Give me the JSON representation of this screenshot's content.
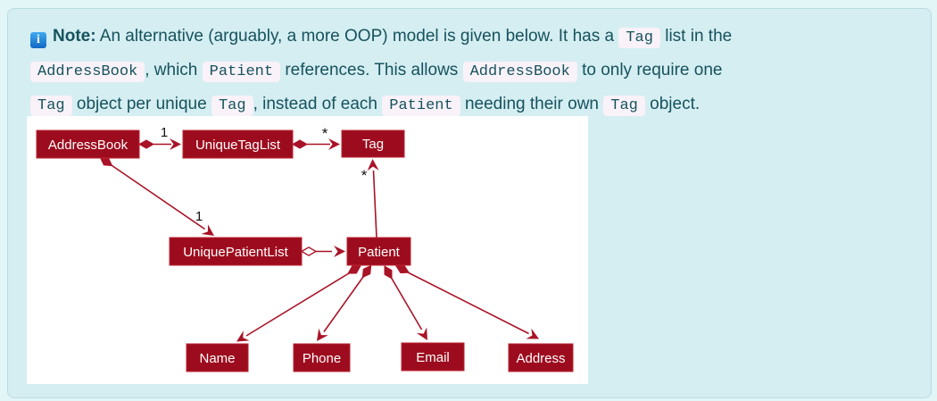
{
  "note": {
    "icon_glyph": "i",
    "segments": [
      {
        "type": "bold",
        "text": "Note:"
      },
      {
        "type": "text",
        "text": " An alternative (arguably, a more OOP) model is given below. It has a "
      },
      {
        "type": "code",
        "text": "Tag"
      },
      {
        "type": "text",
        "text": " list in the"
      },
      {
        "type": "br"
      },
      {
        "type": "code",
        "text": "AddressBook"
      },
      {
        "type": "text",
        "text": ", which "
      },
      {
        "type": "code",
        "text": "Patient"
      },
      {
        "type": "text",
        "text": " references. This allows "
      },
      {
        "type": "code",
        "text": "AddressBook"
      },
      {
        "type": "text",
        "text": " to only require one"
      },
      {
        "type": "br"
      },
      {
        "type": "code",
        "text": "Tag"
      },
      {
        "type": "text",
        "text": " object per unique "
      },
      {
        "type": "code",
        "text": "Tag"
      },
      {
        "type": "text",
        "text": ", instead of each "
      },
      {
        "type": "code",
        "text": "Patient"
      },
      {
        "type": "text",
        "text": " needing their own "
      },
      {
        "type": "code",
        "text": "Tag"
      },
      {
        "type": "text",
        "text": " object."
      }
    ],
    "colors": {
      "text": "#16525d",
      "background": "#d5eef2",
      "border": "#bcdae1",
      "code_background": "#f9f2f9",
      "icon_blue": "#1f86d9"
    }
  },
  "diagram": {
    "type": "uml-class-diagram",
    "nodes": {
      "addressbook": "AddressBook",
      "unique_tag_list": "UniqueTagList",
      "tag": "Tag",
      "unique_patient_list": "UniquePatientList",
      "patient": "Patient",
      "name": "Name",
      "phone": "Phone",
      "email": "Email",
      "address": "Address"
    },
    "multiplicities": {
      "addressbook_to_uniquetaglist": "1",
      "uniquetaglist_to_tag": "*",
      "addressbook_to_uniquepatientlist": "1",
      "patient_to_tag": "*"
    },
    "colors": {
      "node_fill": "#9d0c1e",
      "node_border": "#bb2433",
      "edge": "#a91327",
      "node_text": "#ffffff",
      "background": "#ffffff"
    }
  }
}
